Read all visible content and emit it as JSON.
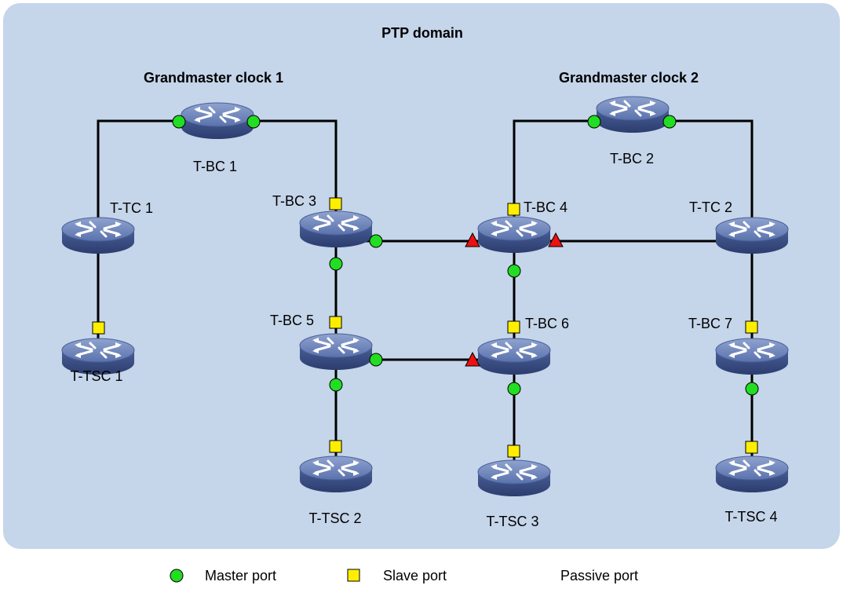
{
  "domain_label": "PTP domain",
  "grandmasters": [
    "Grandmaster clock 1",
    "Grandmaster clock 2"
  ],
  "devices": {
    "tbc1": "T-BC 1",
    "tbc2": "T-BC 2",
    "tbc3": "T-BC 3",
    "tbc4": "T-BC 4",
    "tbc5": "T-BC 5",
    "tbc6": "T-BC 6",
    "tbc7": "T-BC 7",
    "ttc1": "T-TC 1",
    "ttc2": "T-TC 2",
    "ttsc1": "T-TSC 1",
    "ttsc2": "T-TSC 2",
    "ttsc3": "T-TSC 3",
    "ttsc4": "T-TSC 4"
  },
  "legend": {
    "master": "Master port",
    "slave": "Slave port",
    "passive": "Passive port"
  },
  "colors": {
    "domain_bg": "#c5d5ea",
    "master": "#22dd22",
    "slave": "#ffee00",
    "passive": "#ee1111"
  },
  "links": [
    [
      "ttc1",
      "tbc1"
    ],
    [
      "tbc1",
      "tbc3"
    ],
    [
      "ttc1",
      "ttsc1"
    ],
    [
      "tbc3",
      "tbc4"
    ],
    [
      "tbc3",
      "tbc5"
    ],
    [
      "tbc5",
      "tbc6"
    ],
    [
      "tbc5",
      "ttsc2"
    ],
    [
      "tbc4",
      "tbc2"
    ],
    [
      "tbc2",
      "ttc2"
    ],
    [
      "tbc4",
      "ttc2"
    ],
    [
      "tbc4",
      "tbc6"
    ],
    [
      "tbc6",
      "ttsc3"
    ],
    [
      "ttc2",
      "tbc7"
    ],
    [
      "tbc7",
      "ttsc4"
    ]
  ],
  "ports": [
    {
      "type": "master",
      "device": "tbc1",
      "toward": "ttc1"
    },
    {
      "type": "master",
      "device": "tbc1",
      "toward": "tbc3"
    },
    {
      "type": "slave",
      "device": "tbc3",
      "toward": "tbc1"
    },
    {
      "type": "master",
      "device": "tbc3",
      "toward": "tbc4"
    },
    {
      "type": "master",
      "device": "tbc3",
      "toward": "tbc5"
    },
    {
      "type": "slave",
      "device": "tbc5",
      "toward": "tbc3"
    },
    {
      "type": "master",
      "device": "tbc5",
      "toward": "tbc6"
    },
    {
      "type": "master",
      "device": "tbc5",
      "toward": "ttsc2"
    },
    {
      "type": "slave",
      "device": "ttsc2",
      "toward": "tbc5"
    },
    {
      "type": "slave",
      "device": "ttsc1",
      "toward": "ttc1"
    },
    {
      "type": "master",
      "device": "tbc2",
      "toward": "tbc4"
    },
    {
      "type": "master",
      "device": "tbc2",
      "toward": "ttc2"
    },
    {
      "type": "slave",
      "device": "tbc4",
      "toward": "tbc2"
    },
    {
      "type": "passive",
      "device": "tbc4",
      "toward": "tbc3"
    },
    {
      "type": "passive",
      "device": "tbc4",
      "toward": "ttc2"
    },
    {
      "type": "master",
      "device": "tbc4",
      "toward": "tbc6"
    },
    {
      "type": "slave",
      "device": "tbc6",
      "toward": "tbc4"
    },
    {
      "type": "passive",
      "device": "tbc6",
      "toward": "tbc5"
    },
    {
      "type": "master",
      "device": "tbc6",
      "toward": "ttsc3"
    },
    {
      "type": "slave",
      "device": "ttsc3",
      "toward": "tbc6"
    },
    {
      "type": "slave",
      "device": "tbc7",
      "toward": "ttc2"
    },
    {
      "type": "master",
      "device": "tbc7",
      "toward": "ttsc4"
    },
    {
      "type": "slave",
      "device": "ttsc4",
      "toward": "tbc7"
    }
  ]
}
